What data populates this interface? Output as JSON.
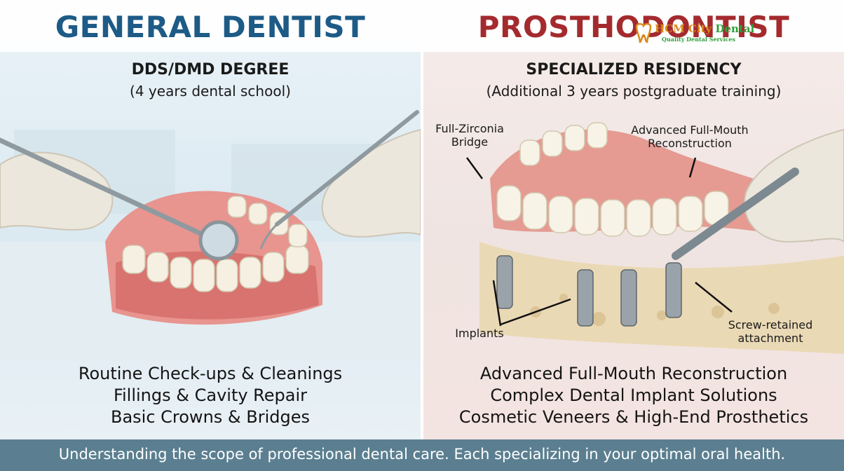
{
  "left": {
    "title": "GENERAL DENTIST",
    "degree": "DDS/DMD DEGREE",
    "degree_note": "(4 years dental school)",
    "services": [
      "Routine Check-ups & Cleanings",
      "Fillings & Cavity Repair",
      "Basic Crowns & Bridges"
    ]
  },
  "right": {
    "title": "PROSTHODONTIST",
    "degree": "SPECIALIZED RESIDENCY",
    "degree_note": "(Additional 3 years postgraduate training)",
    "labels": {
      "zirconia_line1": "Full-Zirconia",
      "zirconia_line2": "Bridge",
      "recon_line1": "Advanced Full-Mouth",
      "recon_line2": "Reconstruction",
      "implants": "Implants",
      "screw_line1": "Screw-retained",
      "screw_line2": "attachment"
    },
    "services": [
      "Advanced Full-Mouth Reconstruction",
      "Complex Dental Implant Solutions",
      "Cosmetic Veneers & High-End Prosthetics"
    ]
  },
  "logo": {
    "name_part1": "HCM City",
    "name_part2": "Dental",
    "tagline": "Quality Dental Services",
    "colors": {
      "orange": "#d98a1a",
      "green": "#2f9e3a"
    }
  },
  "footer": {
    "text": "Understanding the scope of professional dental care. Each specializing in your optimal oral health."
  },
  "colors": {
    "general_title": "#1d5b86",
    "prostho_title": "#a42a2e",
    "footer_bg": "#5b7f90"
  }
}
